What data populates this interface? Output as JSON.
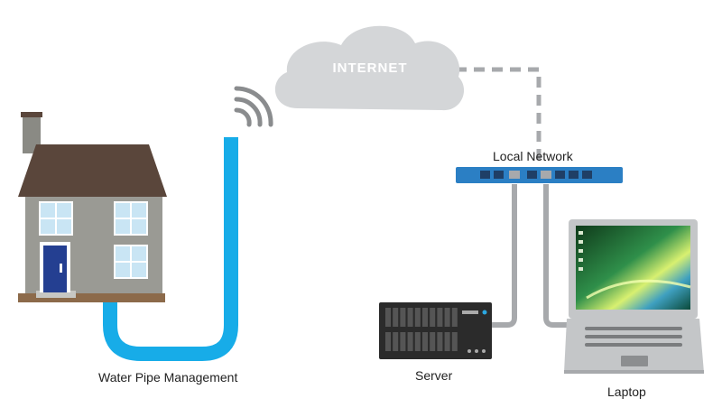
{
  "cloud": {
    "label": "INTERNET"
  },
  "labels": {
    "pipe": "Water Pipe Management",
    "network": "Local Network",
    "server": "Server",
    "laptop": "Laptop"
  },
  "colors": {
    "pipe": "#17ace8",
    "cloud": "#d4d6d8",
    "switch": "#2b7fc4",
    "cable": "#a7a9ac",
    "roof": "#5a463b",
    "wall": "#9a9a94",
    "door": "#243f91",
    "window": "#c9e5f4",
    "server": "#2b2b2b",
    "laptop": "#c4c6c8"
  },
  "icons": [
    "wifi-signal-icon",
    "house-icon",
    "cloud-icon",
    "network-switch-icon",
    "server-icon",
    "laptop-icon"
  ]
}
